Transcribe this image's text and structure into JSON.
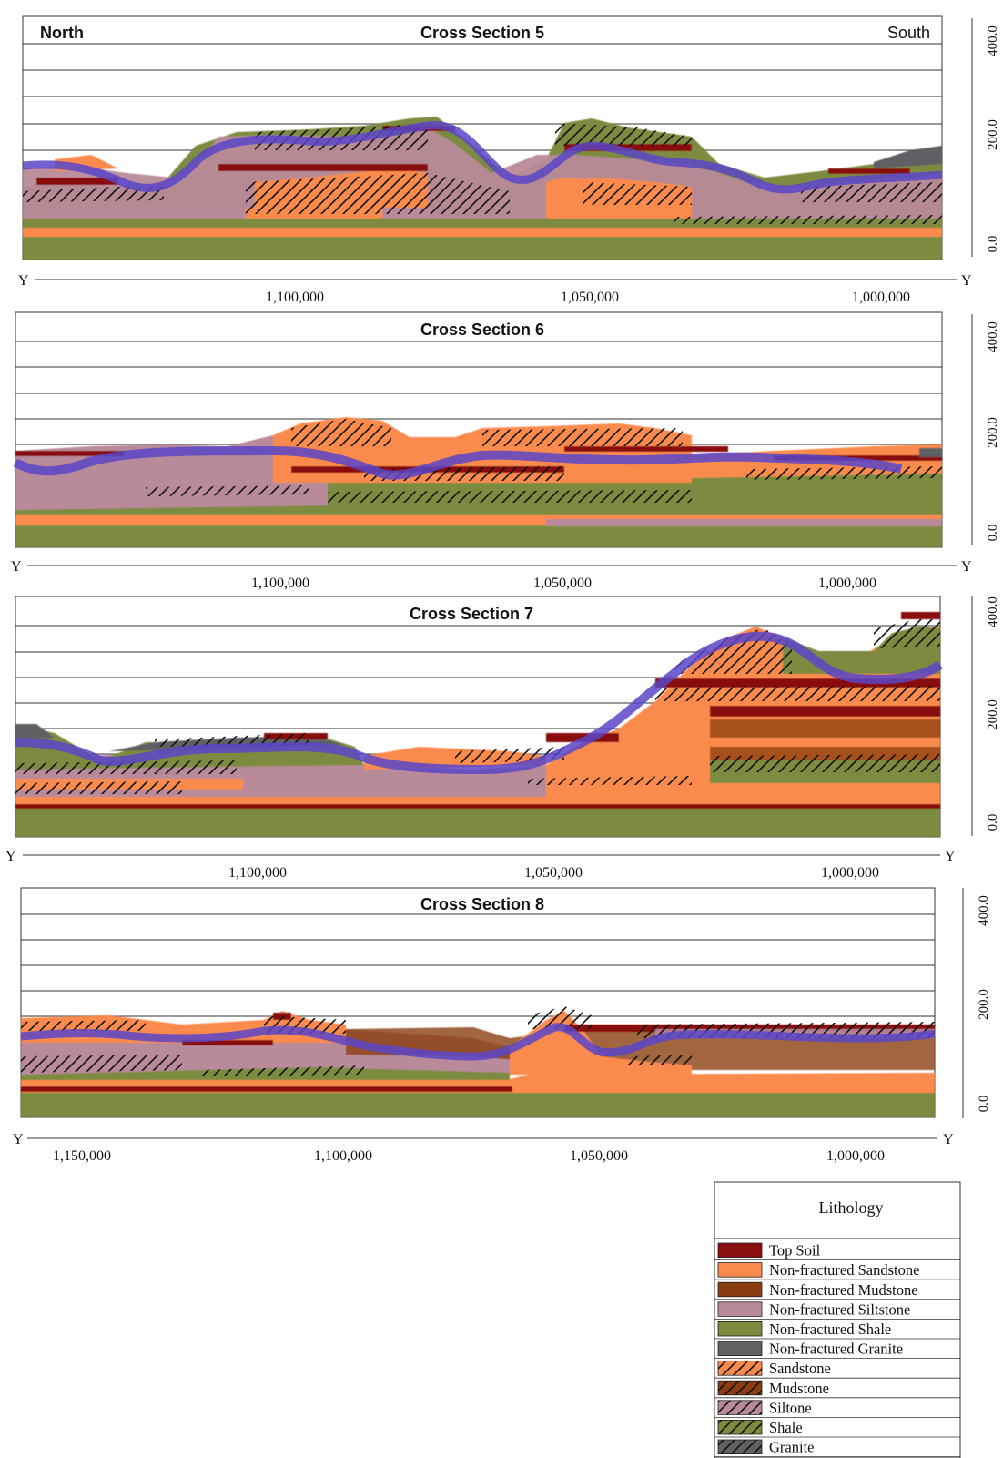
{
  "panels": [
    {
      "title": "Cross Section  5",
      "left_label": "North",
      "right_label": "South",
      "x_ticks": [
        "1,100,000",
        "1,050,000",
        "1,000,000"
      ],
      "axis_end_left": "Y",
      "axis_end_right": "Y",
      "depth_ticks": [
        "400.0",
        "200.0",
        "0.0"
      ]
    },
    {
      "title": "Cross Section 6",
      "left_label": "",
      "right_label": "",
      "x_ticks": [
        "1,100,000",
        "1,050,000",
        "1,000,000"
      ],
      "axis_end_left": "Y",
      "axis_end_right": "Y",
      "depth_ticks": [
        "400.0",
        "200.0",
        "0.0"
      ]
    },
    {
      "title": "Cross Section 7",
      "left_label": "",
      "right_label": "",
      "x_ticks": [
        "1,100,000",
        "1,050,000",
        "1,000,000"
      ],
      "axis_end_left": "Y",
      "axis_end_right": "Y",
      "depth_ticks": [
        "400.0",
        "200.0",
        "0.0"
      ]
    },
    {
      "title": "Cross Section 8",
      "left_label": "",
      "right_label": "",
      "x_ticks": [
        "1,150,000",
        "1,100,000",
        "1,050,000",
        "1,000,000"
      ],
      "axis_end_left": "Y",
      "axis_end_right": "Y",
      "depth_ticks": [
        "400.0",
        "200.0",
        "0.0"
      ]
    }
  ],
  "legend": {
    "title": "Lithology",
    "items": [
      {
        "label": "Top Soil",
        "color": "#8a0f10",
        "hatched": false
      },
      {
        "label": "Non-fractured Sandstone",
        "color": "#fb8a4e",
        "hatched": false
      },
      {
        "label": "Non-fractured Mudstone",
        "color": "#8a3d10",
        "hatched": false
      },
      {
        "label": "Non-fractured Siltstone",
        "color": "#b98a99",
        "hatched": false
      },
      {
        "label": "Non-fractured Shale",
        "color": "#7d8b3f",
        "hatched": false
      },
      {
        "label": "Non-fractured Granite",
        "color": "#5f6163",
        "hatched": false
      },
      {
        "label": "Sandstone",
        "color": "#fb8a4e",
        "hatched": true
      },
      {
        "label": "Mudstone",
        "color": "#8a3d10",
        "hatched": true
      },
      {
        "label": "Siltone",
        "color": "#b98a99",
        "hatched": true
      },
      {
        "label": "Shale",
        "color": "#7d8b3f",
        "hatched": true
      },
      {
        "label": "Granite",
        "color": "#5f6163",
        "hatched": true
      }
    ]
  },
  "colors": {
    "top_soil": "#8a0f10",
    "sandstone": "#fb8a4e",
    "mudstone": "#8a3d10",
    "siltstone": "#b98a99",
    "shale": "#7d8b3f",
    "granite": "#5f6163",
    "water_table": "#5a45c8"
  }
}
